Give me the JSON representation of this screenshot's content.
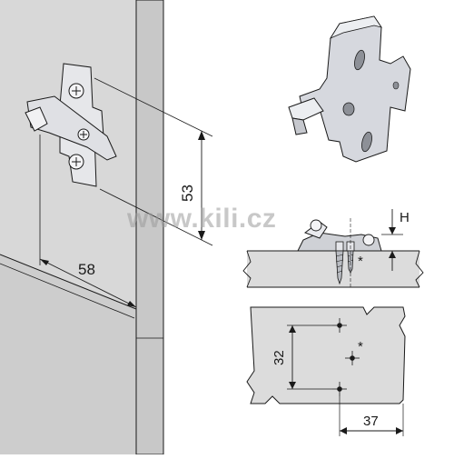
{
  "watermark": "www.kili.cz",
  "dimensions": {
    "height_label": "53",
    "width_label": "58",
    "height_symbol": "H",
    "hole_spacing": "32",
    "edge_offset": "37",
    "asterisk_section": "*",
    "asterisk_plan": "*"
  },
  "colors": {
    "cabinet_face": "#d7d7d7",
    "cabinet_side": "#c4c4c4",
    "part_fill": "#d4d6db",
    "line": "#1a1a1a"
  }
}
